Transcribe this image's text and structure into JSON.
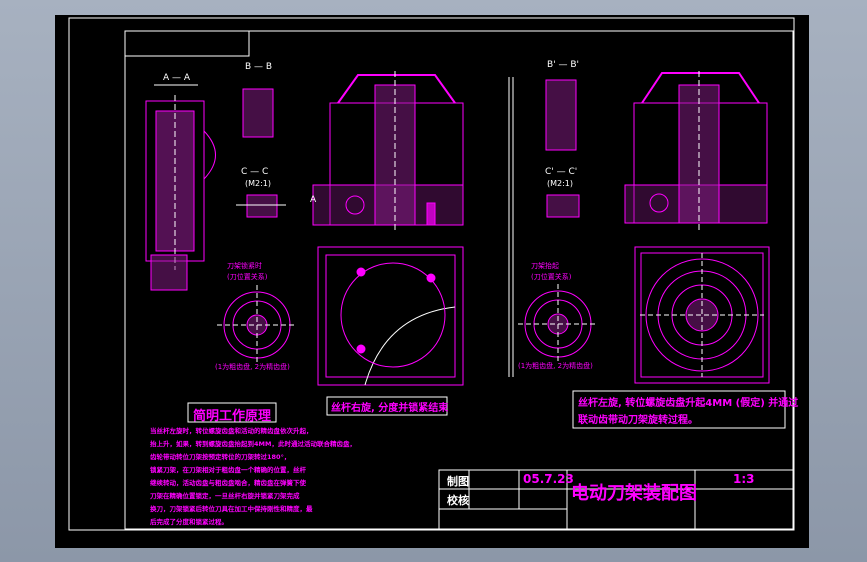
{
  "views": {
    "section_aa": "A — A",
    "section_bb": "B — B",
    "section_cc": "C — C",
    "scale_cc": "(M2:1)",
    "section_a_mark": "A",
    "section_bb2": "B' — B'",
    "section_cc2": "C' — C'",
    "scale_cc2": "(M2:1)"
  },
  "notes": {
    "caption_left_1": "刀架锁紧时",
    "caption_left_2": "(刀位置关系)",
    "caption_mid_1": "刀架抬起",
    "caption_mid_2": "(刀位置关系)",
    "circle_note_left": "(1为粗齿盘, 2为精齿盘)",
    "circle_note_right": "(1为粗齿盘, 2为精齿盘)",
    "box_mid": "丝杆右旋, 分度并锁紧结束",
    "box_right_1": "丝杆左旋, 转位螺旋齿盘升起4MM (假定) 并通过",
    "box_right_2": "联动齿带动刀架旋转过程。",
    "principle_title": "简明工作原理",
    "principle_lines": [
      "当丝杆左旋时，转位螺旋齿盘和活动的精齿盘依次升起，",
      "抬上升，如果，转到螺旋齿盘抬起到4MM，此时通过活动联合精齿盘，",
      "齿轮带动转位刀架按预定转位的刀架转过180°，",
      "锁紧刀架，在刀架相对于粗齿盘一个精确的位置，丝杆",
      "继续转动，活动齿盘与粗齿盘啮合，精齿盘在弹簧下使",
      "刀架在精确位置锁定，一旦丝杆右旋并锁紧刀架完成",
      "换刀，刀架锁紧后转位刀具在加工中保持刚性和精度，最",
      "后完成了分度和锁紧过程。"
    ]
  },
  "title_block": {
    "label_drawn": "制图",
    "label_checked": "校核",
    "date": "05.7.23",
    "title": "电动刀架装配图",
    "scale": "1:3"
  }
}
